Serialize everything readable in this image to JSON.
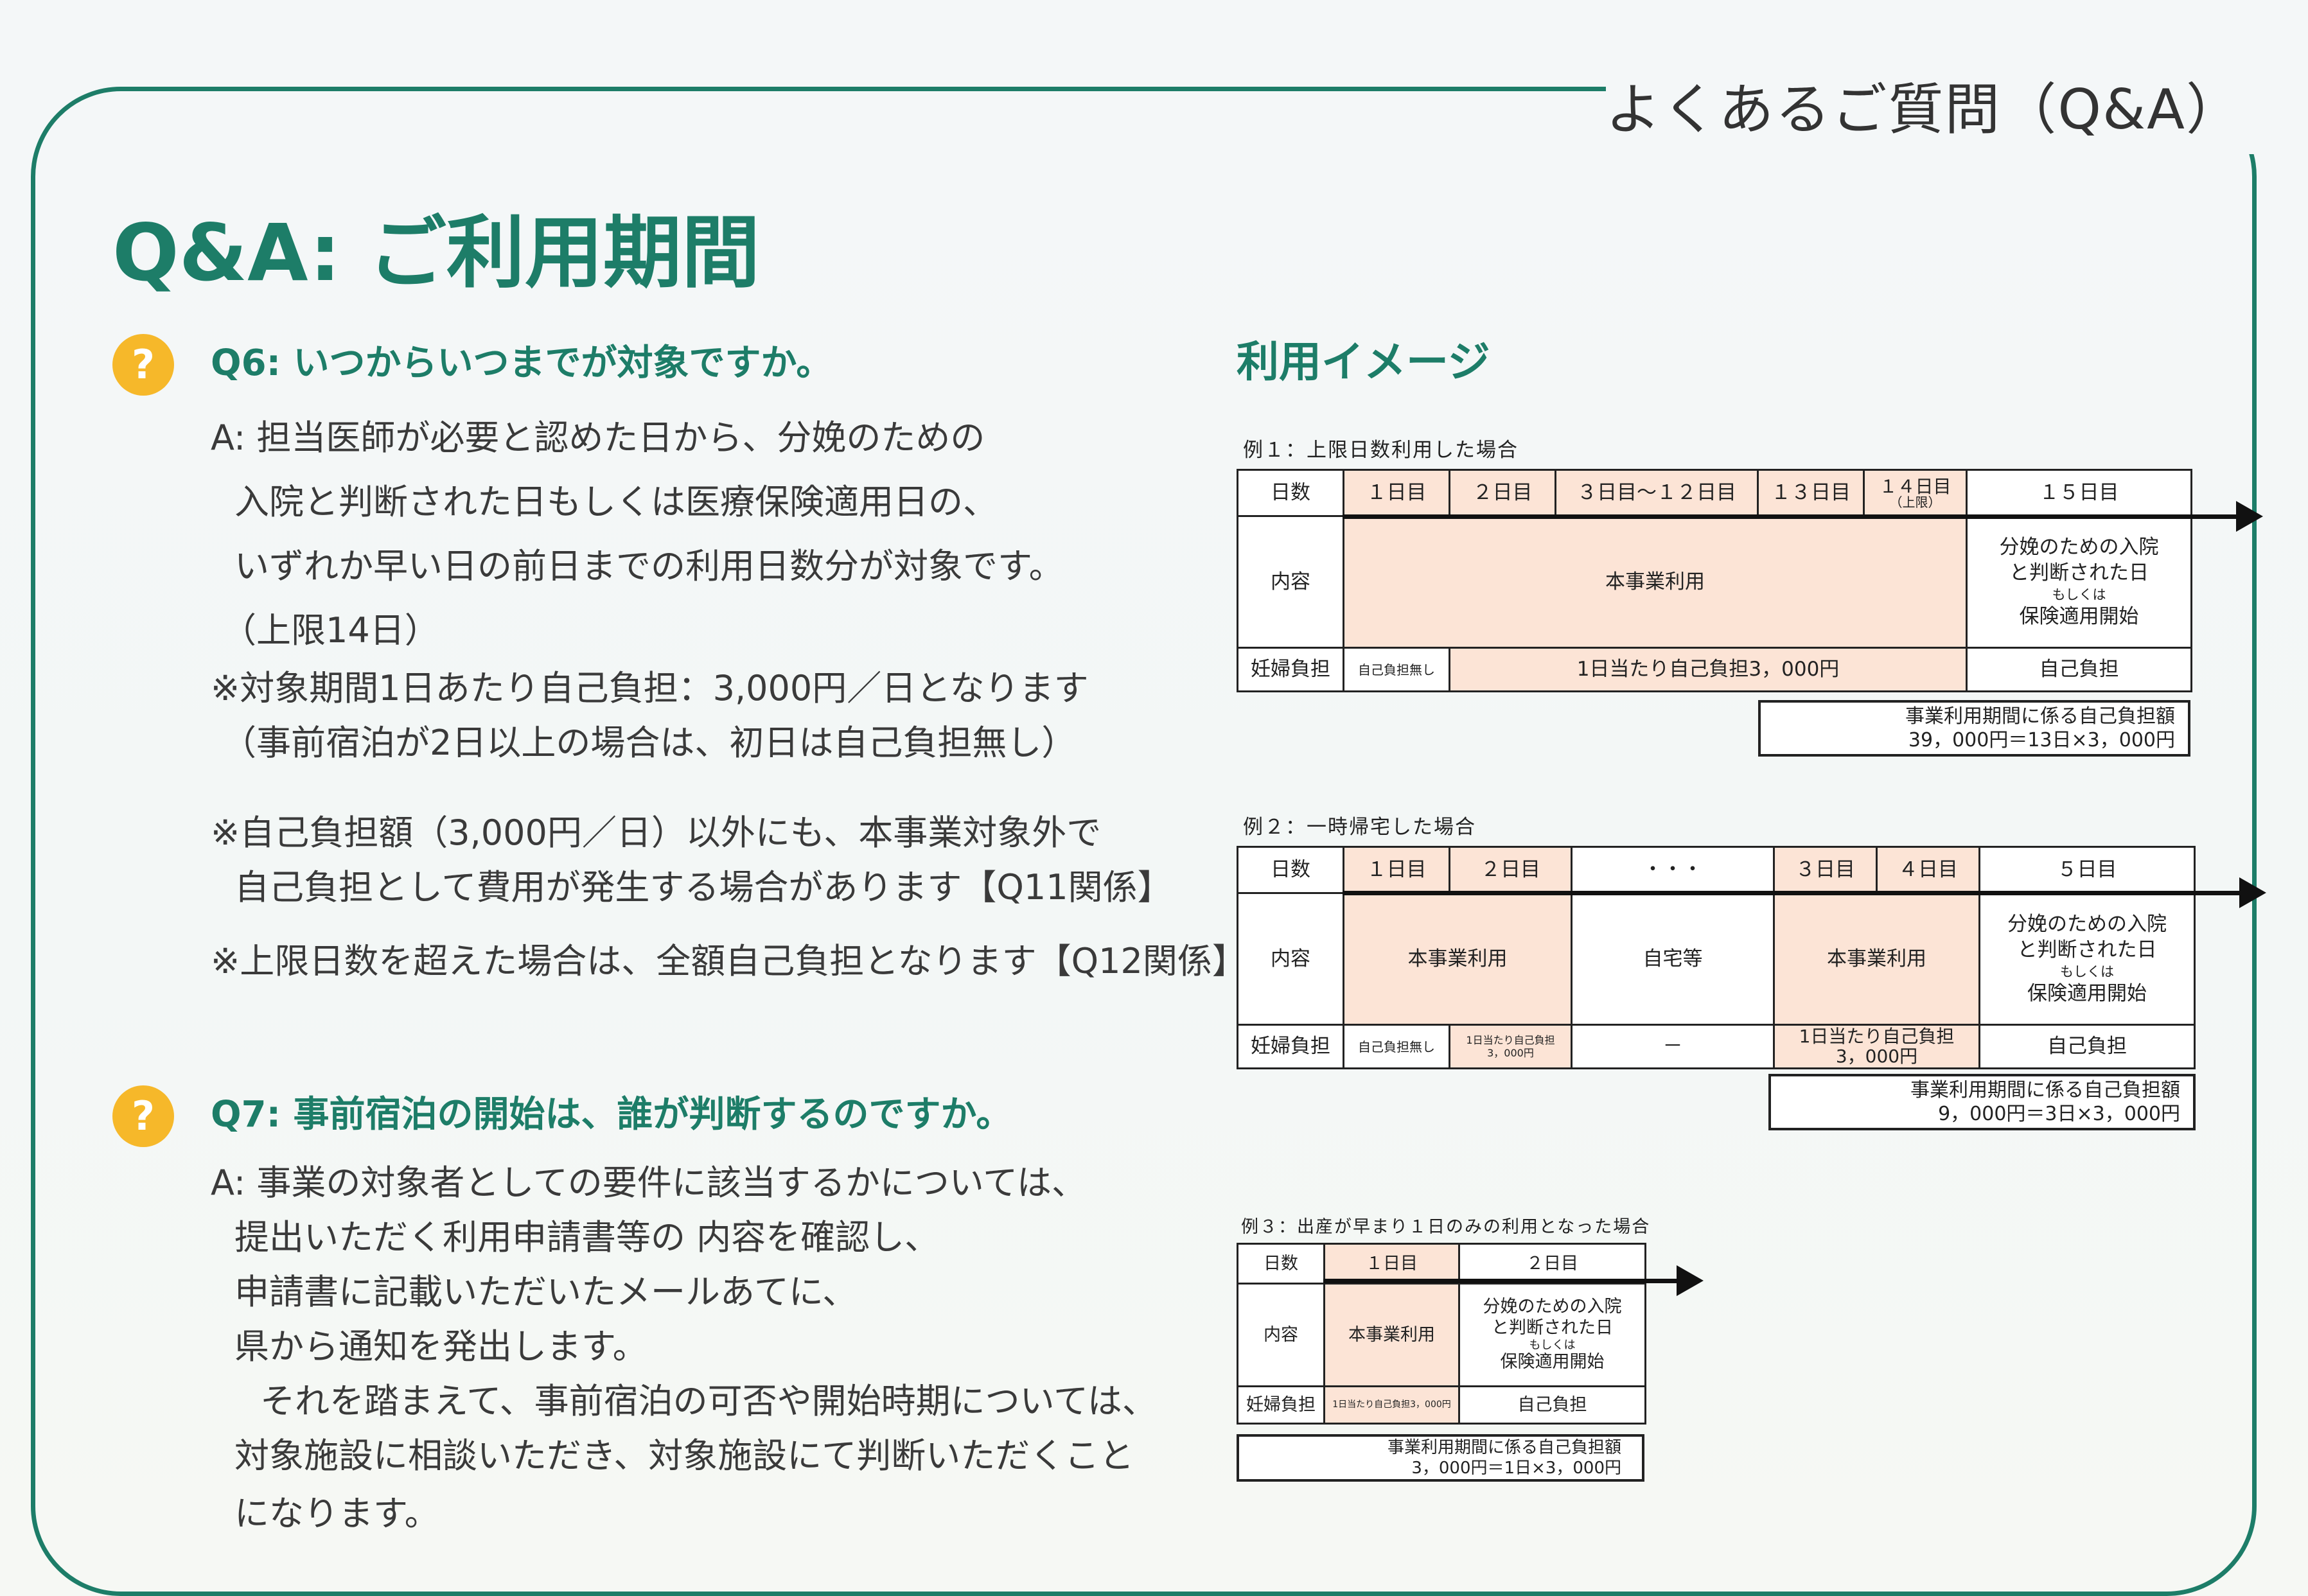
{
  "header": {
    "title": "よくあるご質問（Q&A）"
  },
  "page": {
    "title": "Q&A: ご利用期間"
  },
  "q6": {
    "icon": "?",
    "question": "Q6: いつからいつまでが対象ですか。",
    "lines": [
      "A: 担当医師が必要と認めた日から、分娩のための",
      "入院と判断された日もしくは医療保険適用日の、",
      "いずれか早い日の前日までの利用日数分が対象です。",
      "（上限14日）",
      "※対象期間1日あたり自己負担：3,000円／日となります",
      "（事前宿泊が2日以上の場合は、初日は自己負担無し）",
      "※自己負担額（3,000円／日）以外にも、本事業対象外で",
      "自己負担として費用が発生する場合があります【Q11関係】",
      "※上限日数を超えた場合は、全額自己負担となります【Q12関係】"
    ]
  },
  "q7": {
    "icon": "?",
    "question": "Q7: 事前宿泊の開始は、誰が判断するのですか。",
    "lines": [
      "A: 事業の対象者としての要件に該当するかについては、",
      "提出いただく利用申請書等の 内容を確認し、",
      "申請書に記載いただいたメールあてに、",
      "県から通知を発出します。",
      "それを踏まえて、事前宿泊の可否や開始時期については、",
      "対象施設に相談いただき、対象施設にて判断いただくこと",
      "になります。"
    ]
  },
  "usage": {
    "title": "利用イメージ",
    "ex1": {
      "label": "例１：上限日数利用した場合",
      "row_days": "日数",
      "day1": "１日目",
      "day2": "２日目",
      "day3": "３日目～１２日目",
      "day13": "１３日目",
      "day14": "１４日目",
      "day14_note": "（上限）",
      "day15": "１５日目",
      "row_content": "内容",
      "content_main": "本事業利用",
      "content_end_1": "分娩のための入院",
      "content_end_2": "と判断された日",
      "content_end_3": "もしくは",
      "content_end_4": "保険適用開始",
      "row_burden": "妊婦負担",
      "burden_first": "自己負担無し",
      "burden_main": "1日当たり自己負担3，000円",
      "burden_end": "自己負担",
      "sum_1": "事業利用期間に係る自己負担額",
      "sum_2": "39，000円＝13日×3，000円"
    },
    "ex2": {
      "label": "例２：一時帰宅した場合",
      "row_days": "日数",
      "day1": "１日目",
      "day2": "２日目",
      "dots": "・・・",
      "day3": "３日目",
      "day4": "４日目",
      "day5": "５日目",
      "row_content": "内容",
      "content_a": "本事業利用",
      "content_home": "自宅等",
      "content_b": "本事業利用",
      "content_end_1": "分娩のための入院",
      "content_end_2": "と判断された日",
      "content_end_3": "もしくは",
      "content_end_4": "保険適用開始",
      "row_burden": "妊婦負担",
      "burden_first": "自己負担無し",
      "burden_day2_1": "1日当たり自己負担",
      "burden_day2_2": "3，000円",
      "burden_home": "－",
      "burden_b_1": "1日当たり自己負担",
      "burden_b_2": "3，000円",
      "burden_end": "自己負担",
      "sum_1": "事業利用期間に係る自己負担額",
      "sum_2": "9，000円＝3日×3，000円"
    },
    "ex3": {
      "label": "例３：出産が早まり１日のみの利用となった場合",
      "row_days": "日数",
      "day1": "１日目",
      "day2": "２日目",
      "row_content": "内容",
      "content_main": "本事業利用",
      "content_end_1": "分娩のための入院",
      "content_end_2": "と判断された日",
      "content_end_3": "もしくは",
      "content_end_4": "保険適用開始",
      "row_burden": "妊婦負担",
      "burden_main": "1日当たり自己負担3，000円",
      "burden_end": "自己負担",
      "sum_1": "事業利用期間に係る自己負担額",
      "sum_2": "3，000円＝1日×3，000円"
    }
  }
}
